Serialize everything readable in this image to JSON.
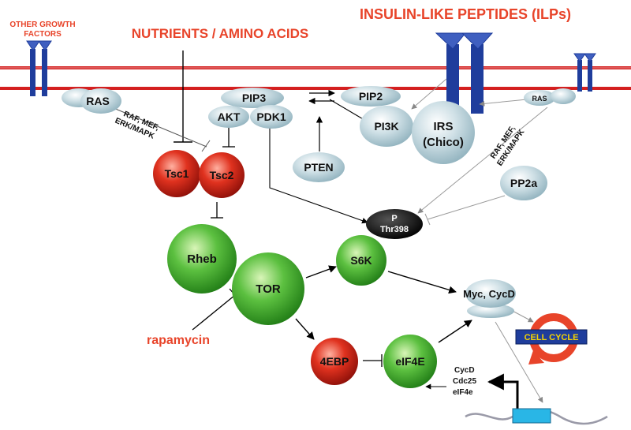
{
  "labels": {
    "other_growth_factors_line1": "OTHER GROWTH",
    "other_growth_factors_line2": "FACTORS",
    "nutrients": "NUTRIENTS / AMINO ACIDS",
    "insulin_like_peptides": "INSULIN-LIKE PEPTIDES (ILPs)",
    "rapamycin": "rapamycin",
    "raf_left_1": "RAF, MEF,",
    "raf_left_2": "ERK/MAPK",
    "raf_right_1": "RAF, MEF,",
    "raf_right_2": "ERK/MAPK",
    "cell_cycle": "CELL CYCLE",
    "target_gene_1": "CycD",
    "target_gene_2": "Cdc25",
    "target_gene_3": "eIF4e"
  },
  "nodes": {
    "ras_left": "RAS",
    "ras_right": "RAS",
    "pip3": "PIP3",
    "akt": "AKT",
    "pdk1": "PDK1",
    "pip2": "PIP2",
    "pi3k": "PI3K",
    "irs_line1": "IRS",
    "irs_line2": "(Chico)",
    "pten": "PTEN",
    "pp2a": "PP2a",
    "tsc1": "Tsc1",
    "tsc2": "Tsc2",
    "rheb": "Rheb",
    "tor": "TOR",
    "s6k": "S6K",
    "p_label": "P",
    "thr398": "Thr398",
    "myc_cycd": "Myc, CycD",
    "fourebp": "4EBP",
    "eif4e": "eIF4E"
  },
  "colors": {
    "membrane_red": "#d42020",
    "receptor_blue": "#1f3d9c",
    "node_grey": "#b9d3dc",
    "node_green": "#3a9a2c",
    "node_red": "#cc1f1a",
    "label_red": "#e8442a",
    "cell_cycle_box": "#1f3d9c",
    "cell_cycle_text": "#f5d400",
    "dna_box": "#29b6e6"
  }
}
